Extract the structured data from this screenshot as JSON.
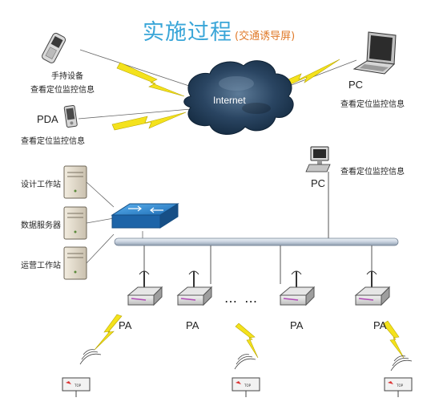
{
  "title": {
    "main": "实施过程",
    "sub": "(交通诱导屏)"
  },
  "internet": {
    "label": "Internet"
  },
  "handheld": {
    "label": "手持设备",
    "caption": "查看定位监控信息"
  },
  "pda": {
    "label": "PDA",
    "caption": "查看定位监控信息"
  },
  "laptop_pc": {
    "label": "PC",
    "caption": "查看定位监控信息"
  },
  "desk_pc": {
    "label": "PC",
    "caption": "查看定位监控信息"
  },
  "servers": [
    {
      "label": "设计工作站"
    },
    {
      "label": "数据服务器"
    },
    {
      "label": "运营工作站"
    }
  ],
  "access_points": [
    {
      "label": "PA"
    },
    {
      "label": "PA"
    },
    {
      "label": "PA"
    },
    {
      "label": "PA"
    }
  ],
  "ellipsis": "… …",
  "sign_badge": "TOP",
  "colors": {
    "title": "#3aa6d8",
    "subtitle": "#e07a2a",
    "bolt": "#f4e21c",
    "cloud": "#1f3550",
    "bus": "#c9d3e0",
    "switch": "#2c7cc4"
  }
}
